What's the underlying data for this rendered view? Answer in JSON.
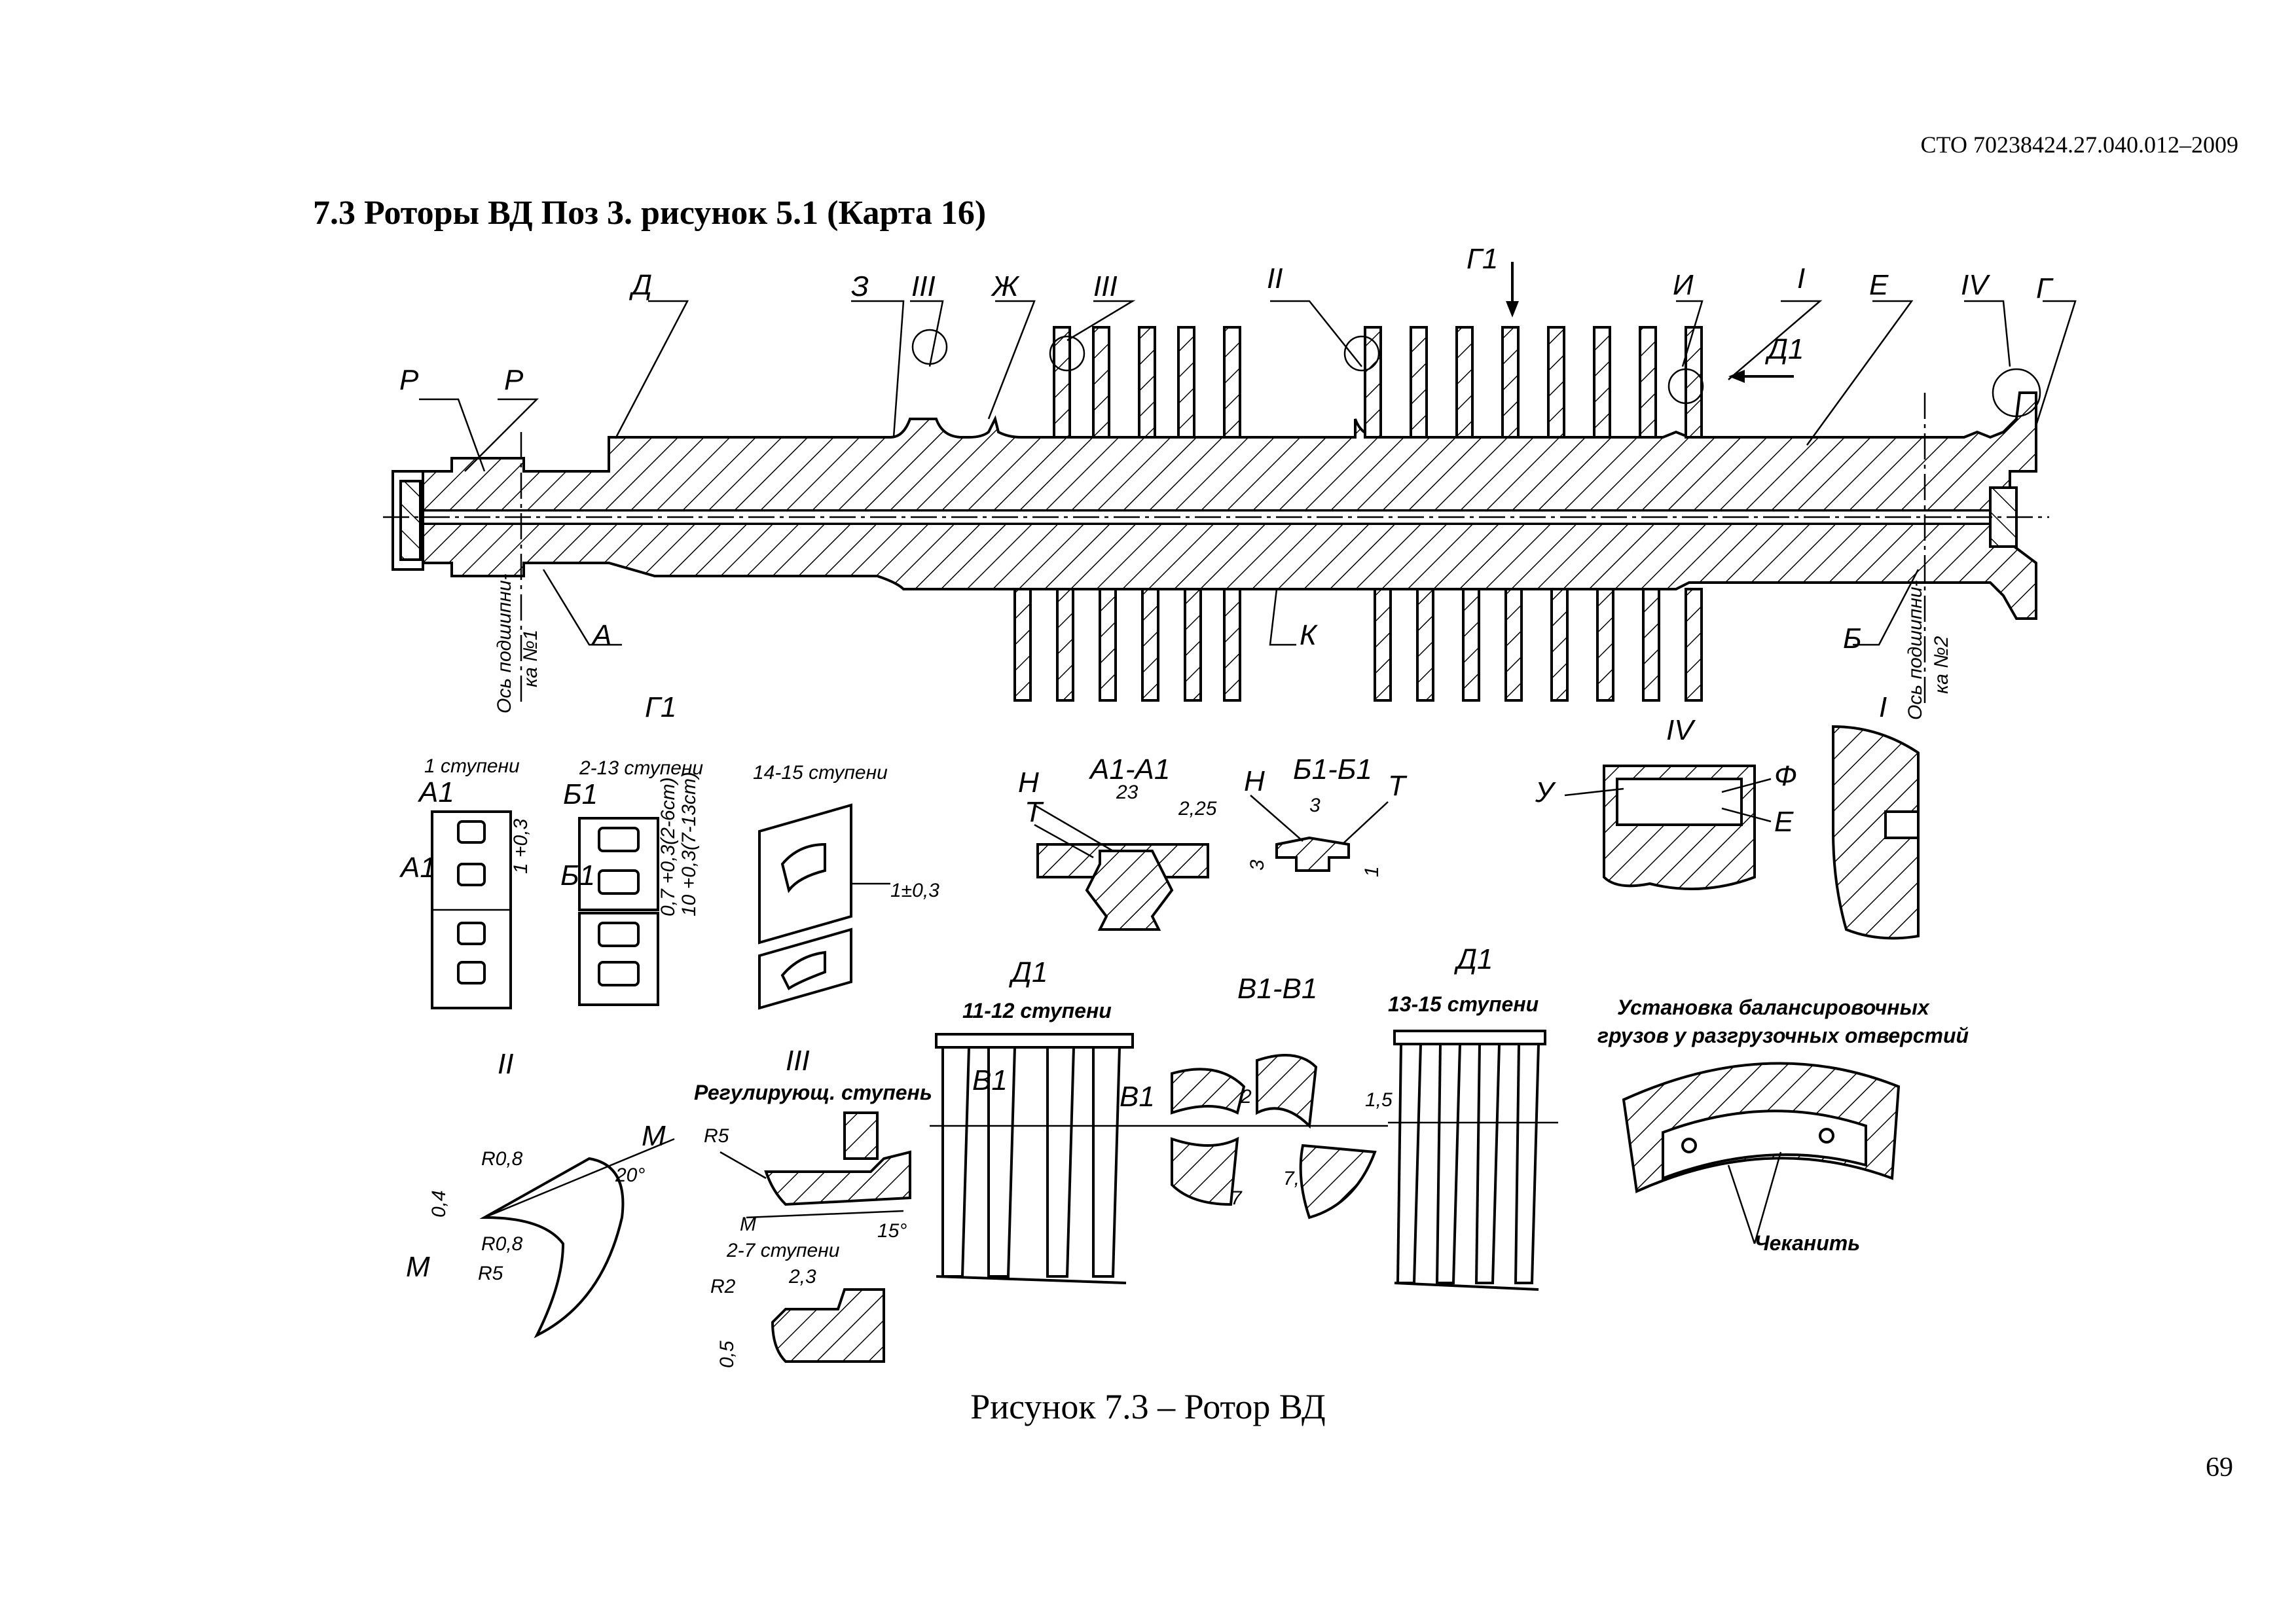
{
  "header": {
    "doc_code": "СТО 70238424.27.040.012–2009"
  },
  "section": {
    "heading": "7.3 Роторы ВД Поз 3. рисунок 5.1 (Карта 16)"
  },
  "main_drawing": {
    "labels": {
      "P1": "Р",
      "P2": "Р",
      "D": "Д",
      "Z": "З",
      "III_a": "III",
      "Zh": "Ж",
      "III_b": "III",
      "II": "II",
      "G1": "Г1",
      "I_top": "И",
      "I_roman": "I",
      "E": "Е",
      "IV": "IV",
      "G": "Г",
      "D1_arrow": "Д1",
      "A": "А",
      "K": "К",
      "B": "Б",
      "bearing1": "Ось подшипни-",
      "bearing1b": "ка №1",
      "bearing2": "Ось подшипни-",
      "bearing2b": "ка №2"
    }
  },
  "detail_g1": {
    "title": "Г1",
    "stage1": "1 ступени",
    "stage2_13": "2-13 ступени",
    "stage14_15": "14-15 ступени",
    "A1_top": "А1",
    "A1_side": "А1",
    "B1_top": "Б1",
    "B1_side": "Б1",
    "dim_1": "1 +0,3",
    "dim_07": "0,7 +0,3(2-6ст)",
    "dim_10": "10 +0,3(7-13ст)",
    "dim_1pm": "1±0,3"
  },
  "section_a1": {
    "title": "А1-А1",
    "N": "Н",
    "T": "Т",
    "dim_23": "23",
    "dim_225": "2,25"
  },
  "section_b1": {
    "title": "Б1-Б1",
    "N": "Н",
    "T": "Т",
    "dim_3a": "3",
    "dim_3b": "3",
    "dim_1": "1"
  },
  "detail_iv": {
    "title": "IV",
    "U": "У",
    "F": "Ф",
    "E": "Е"
  },
  "detail_i": {
    "title": "I"
  },
  "detail_ii": {
    "title": "II",
    "M_top": "М",
    "M_bottom": "М",
    "r08a": "R0,8",
    "r08b": "R0,8",
    "r5": "R5",
    "angle": "20°",
    "dim_04": "0,4"
  },
  "detail_iii": {
    "title": "III",
    "subtitle": "Регулирующ. ступень",
    "r5": "R5",
    "M": "М",
    "angle": "15°",
    "stage2_7": "2-7 ступени",
    "r2": "R2",
    "dim_23": "2,3",
    "dim_05": "0,5"
  },
  "detail_d1_left": {
    "title": "Д1",
    "stages": "11-12 ступени",
    "V1": "В1"
  },
  "section_v1": {
    "title": "В1-В1",
    "V1": "В1",
    "dim_2": "2",
    "dim_7": "7",
    "dim_75": "7,5",
    "dim_15": "1,5"
  },
  "detail_d1_right": {
    "title": "Д1",
    "stages": "13-15 ступени"
  },
  "balancing": {
    "title_line1": "Установка балансировочных",
    "title_line2": "грузов у разгрузочных отверстий",
    "chekanit": "Чеканить"
  },
  "figure": {
    "caption": "Рисунок 7.3 – Ротор ВД"
  },
  "page": {
    "number": "69"
  }
}
